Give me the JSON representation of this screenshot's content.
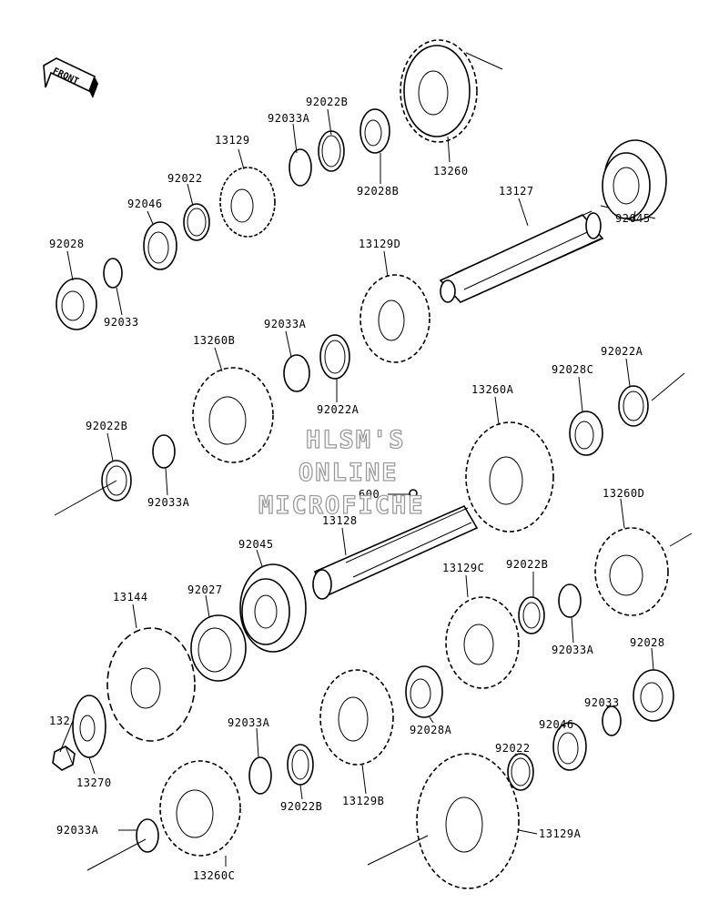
{
  "diagram": {
    "front_marker": "FRONT",
    "watermark": [
      "HLSM'S",
      "ONLINE",
      "MICROFICHE"
    ],
    "part_labels": [
      "13260",
      "92022B",
      "92033A",
      "13129",
      "92028B",
      "92022",
      "92046",
      "13127",
      "92028",
      "92033",
      "92045",
      "13129D",
      "92033A",
      "13260B",
      "92022A",
      "92028C",
      "92022A",
      "13260A",
      "92022B",
      "92033A",
      "600",
      "13128",
      "13260D",
      "92045",
      "92027",
      "13144",
      "13129C",
      "92022B",
      "92033A",
      "92028",
      "92033",
      "92046",
      "132",
      "13270",
      "92033A",
      "92022B",
      "13129B",
      "92028A",
      "92022",
      "92033A",
      "13260C",
      "13129A"
    ]
  }
}
